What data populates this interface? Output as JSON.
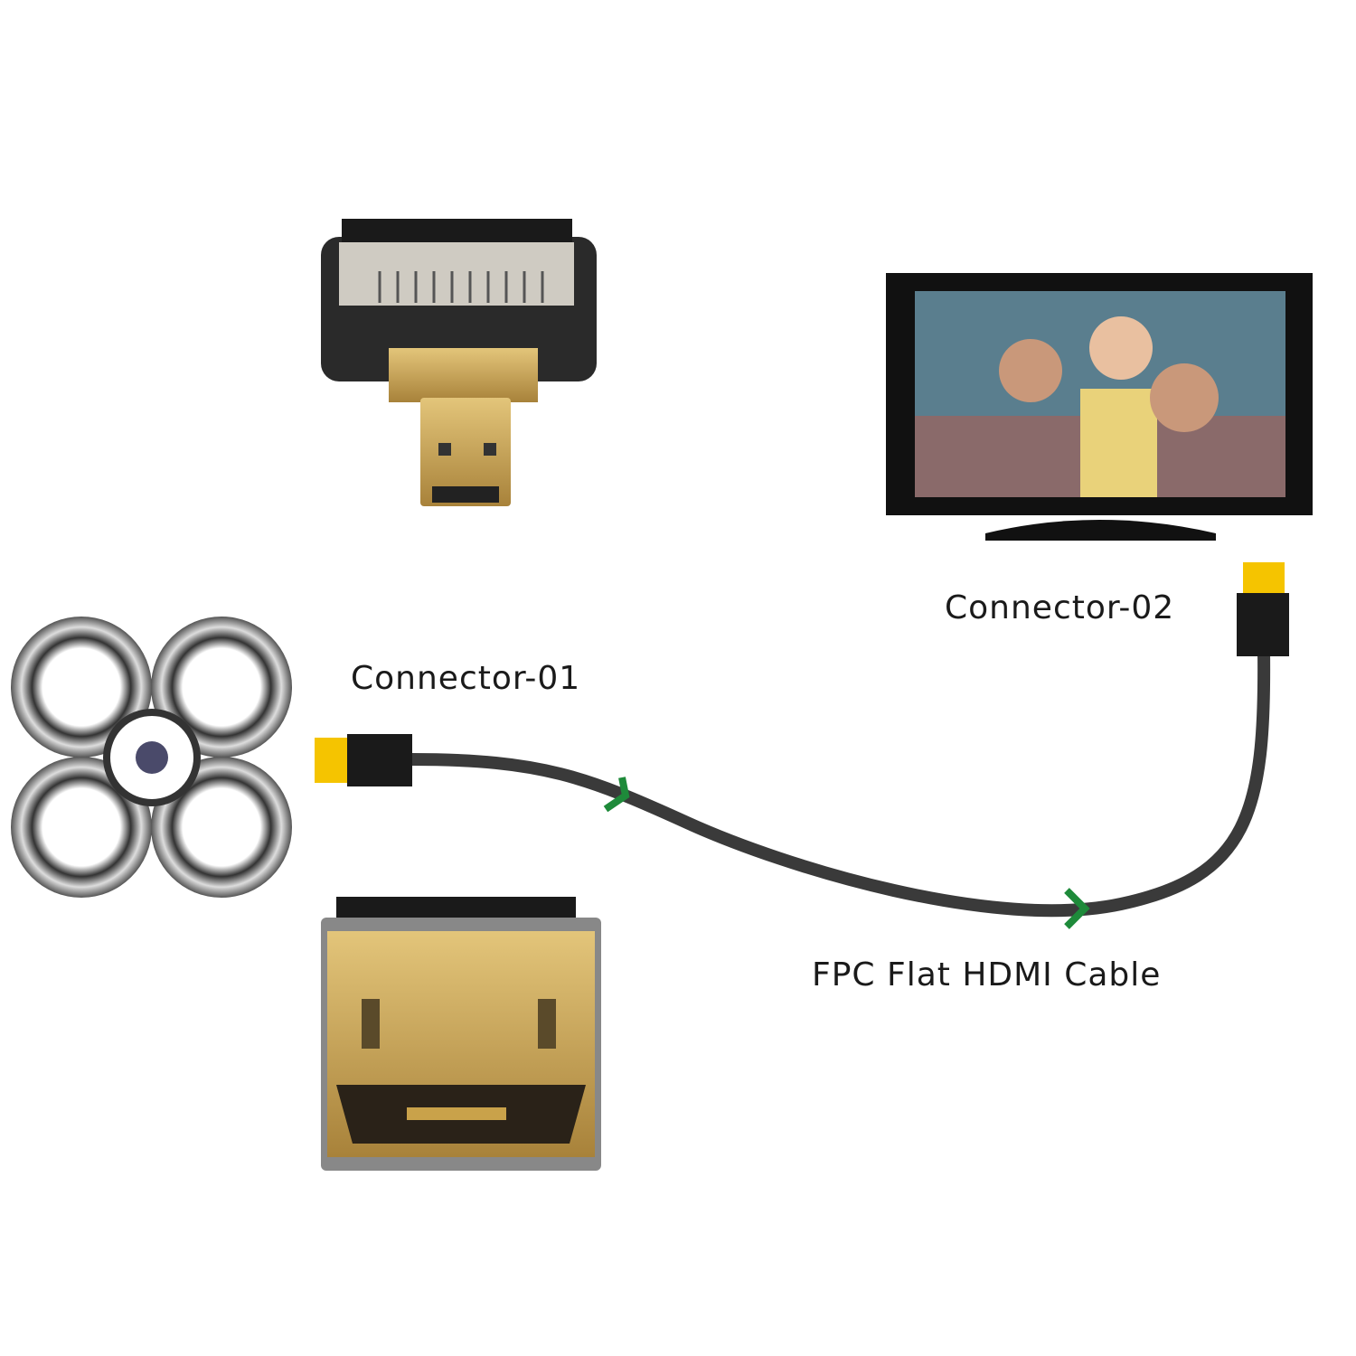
{
  "labels": {
    "connector_01": "Connector-01",
    "connector_02": "Connector-02",
    "cable": "FPC Flat HDMI Cable"
  },
  "colors": {
    "cable": "#3a3a3a",
    "plug_tip": "#f5c400",
    "arrow": "#1e8a3a",
    "gold": "#c9a24a"
  }
}
